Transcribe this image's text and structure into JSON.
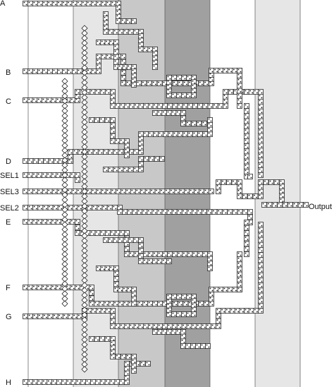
{
  "diagram": {
    "input_labels": [
      {
        "id": "A",
        "text": "A"
      },
      {
        "id": "B",
        "text": "B"
      },
      {
        "id": "C",
        "text": "C"
      },
      {
        "id": "D",
        "text": "D"
      },
      {
        "id": "SEL1",
        "text": "SEL1"
      },
      {
        "id": "SEL3",
        "text": "SEL3"
      },
      {
        "id": "SEL2",
        "text": "SEL2"
      },
      {
        "id": "E",
        "text": "E"
      },
      {
        "id": "F",
        "text": "F"
      },
      {
        "id": "G",
        "text": "G"
      },
      {
        "id": "H",
        "text": "H"
      }
    ],
    "output_label": "Output",
    "colors": {
      "band_light": "#e6e6e6",
      "band_medium": "#c8c8c8",
      "band_dark": "#a0a0a0",
      "band_right": "#e6e6e6",
      "cell_stroke": "#222222",
      "dot": "#111111"
    }
  }
}
